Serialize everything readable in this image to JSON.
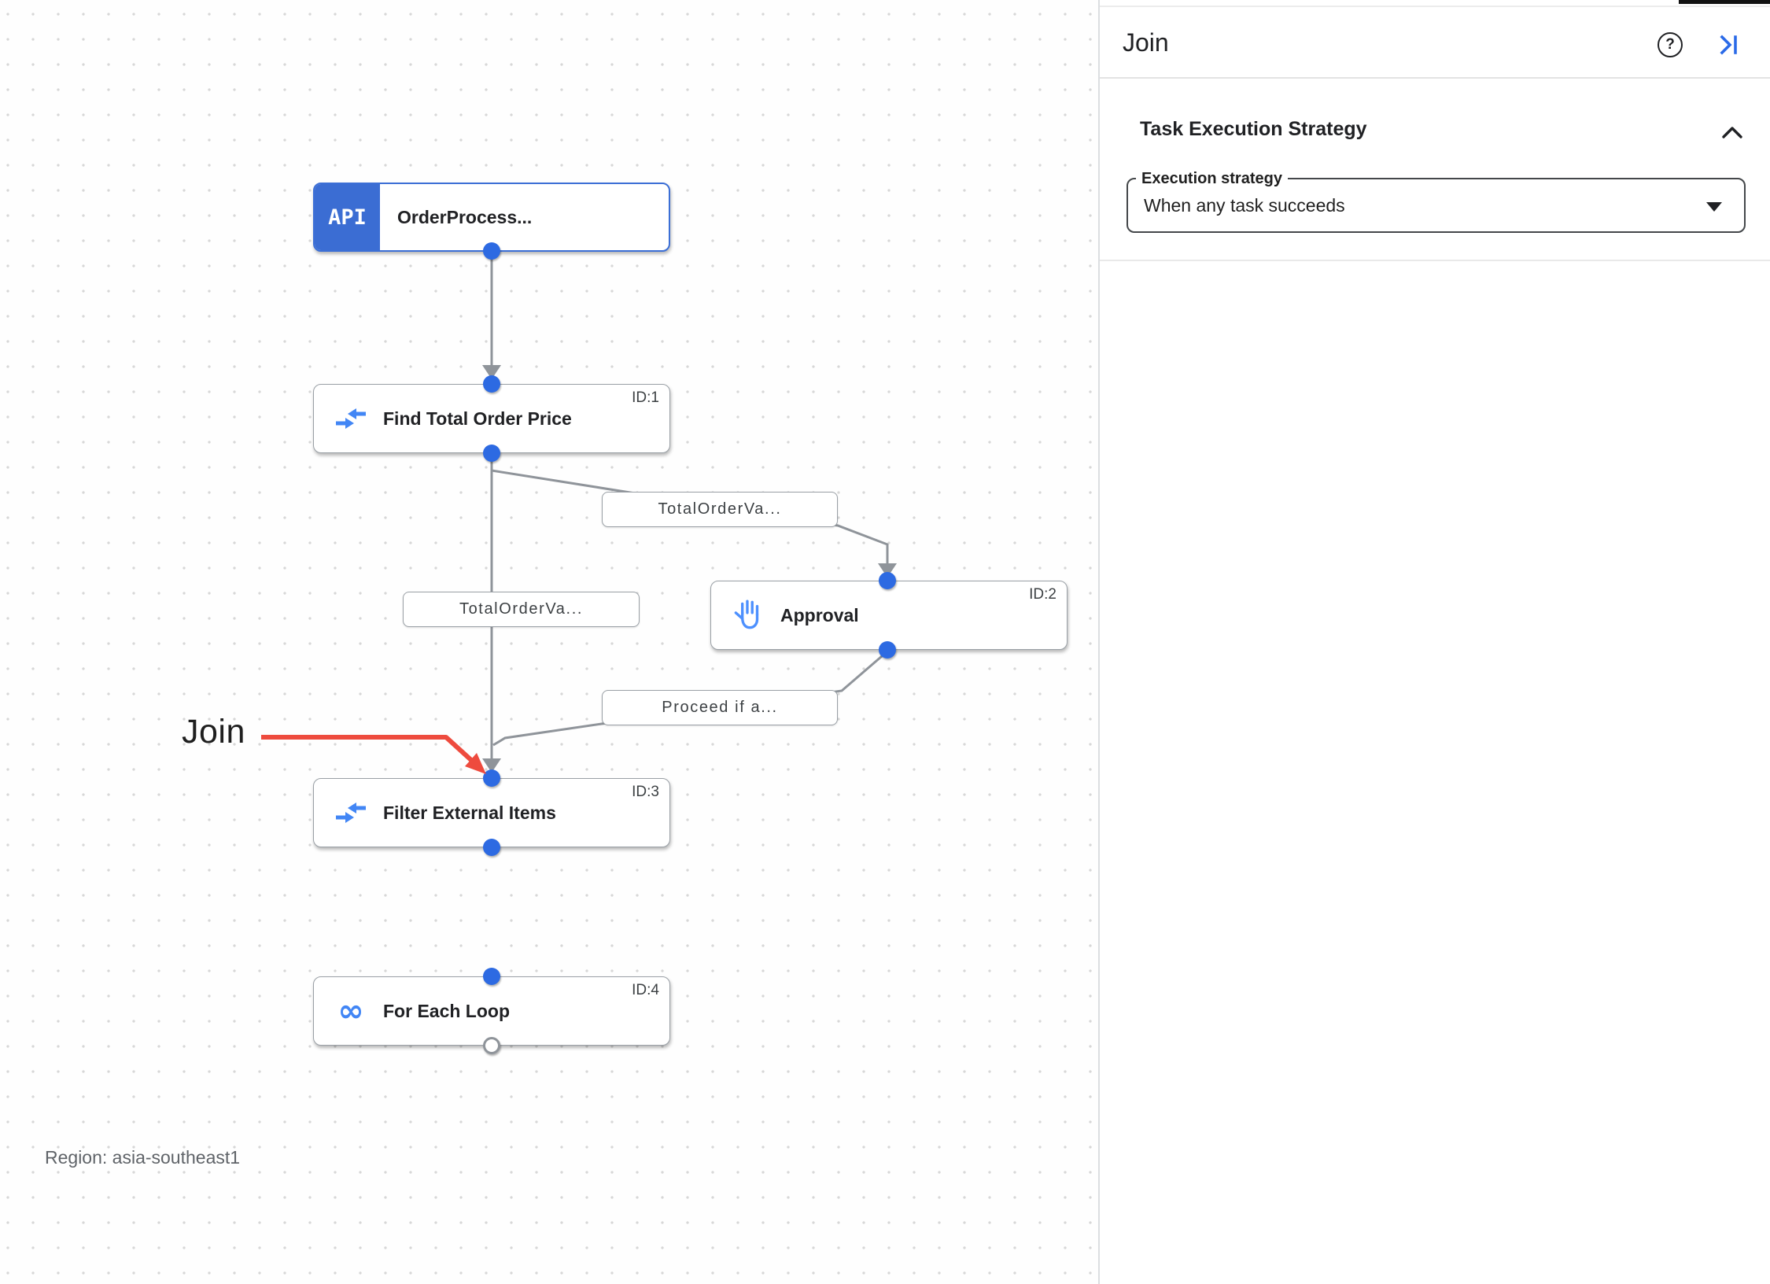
{
  "colors": {
    "accent_blue": "#2d6ae2",
    "trigger_blue": "#3b6dd3",
    "icon_blue": "#4286f5",
    "edge_gray": "#8f949a",
    "annotation_red": "#ee4b3e"
  },
  "canvas": {
    "region_label": "Region: asia-southeast1",
    "annotation": {
      "label": "Join"
    },
    "nodes": [
      {
        "title": "OrderProcess...",
        "icon": "api-trigger-icon",
        "icon_text": "API",
        "id_label": ""
      },
      {
        "title": "Find Total Order Price",
        "icon": "data-mapping-icon",
        "id_label": "ID:1"
      },
      {
        "title": "Approval",
        "icon": "approval-hand-icon",
        "id_label": "ID:2"
      },
      {
        "title": "Filter External Items",
        "icon": "data-mapping-icon",
        "id_label": "ID:3"
      },
      {
        "title": "For Each Loop",
        "icon": "for-each-loop-icon",
        "icon_text": "∞",
        "id_label": "ID:4"
      }
    ],
    "edge_labels": [
      {
        "text": "TotalOrderVa..."
      },
      {
        "text": "TotalOrderVa..."
      },
      {
        "text": "Proceed if a..."
      }
    ]
  },
  "panel": {
    "title": "Join",
    "help_icon_text": "?",
    "section": {
      "title": "Task Execution Strategy",
      "field_label": "Execution strategy",
      "field_value": "When any task succeeds"
    }
  }
}
